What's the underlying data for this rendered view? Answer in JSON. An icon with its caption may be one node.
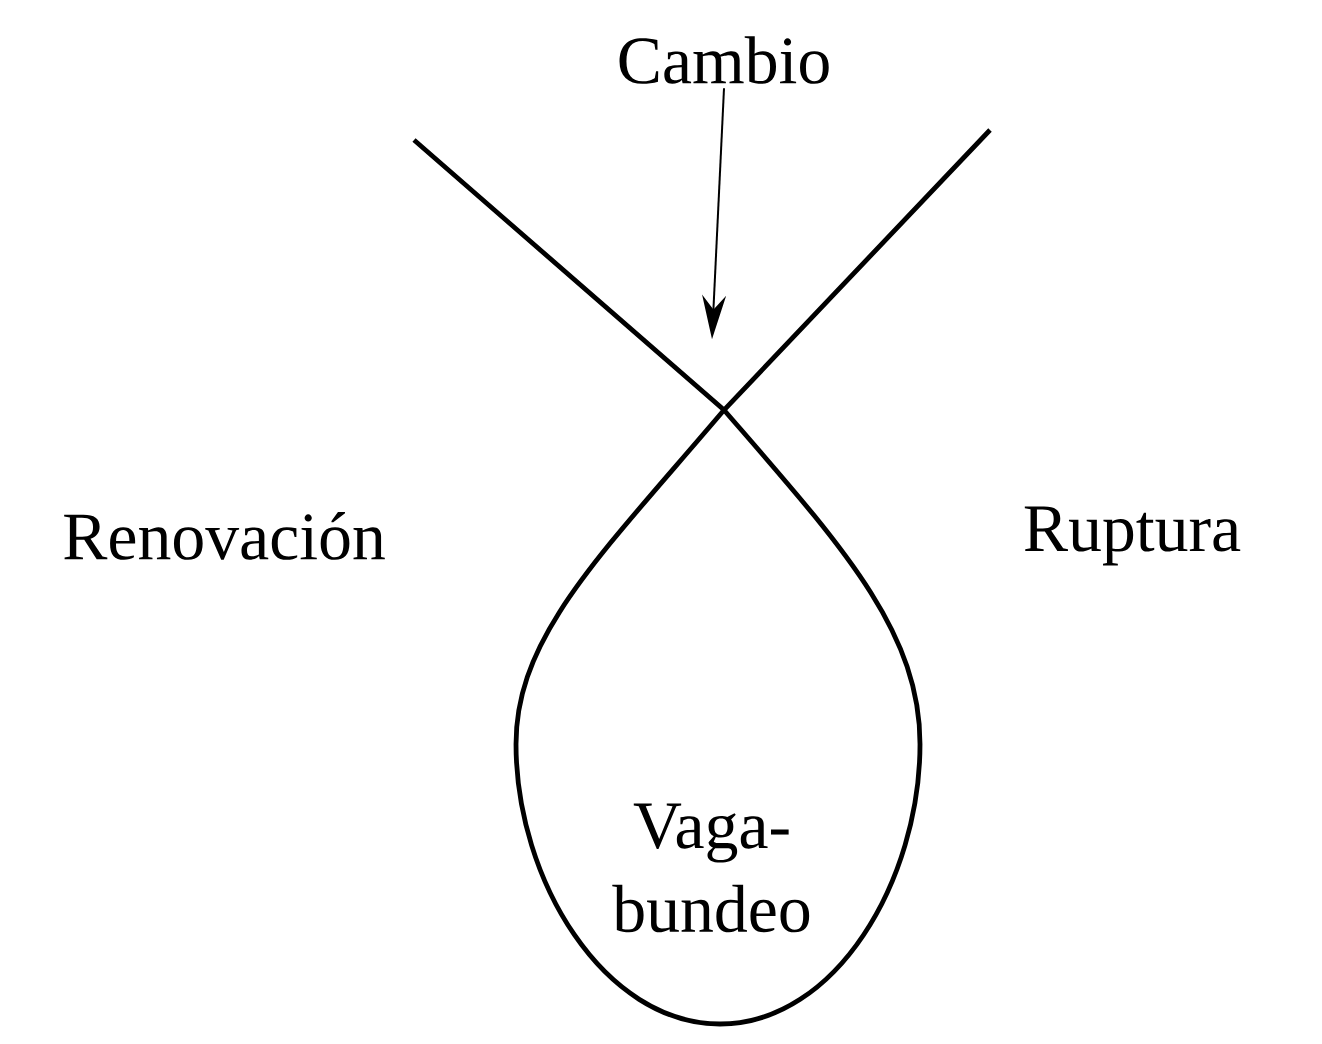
{
  "diagram": {
    "nodes": [
      {
        "text": [
          "Cambio"
        ]
      },
      {
        "text": [
          "Vaga- bundeo"
        ]
      }
    ],
    "edges": [
      {
        "from": 0,
        "to": 1,
        "arrow": "to"
      }
    ],
    "labels": [
      "Renovación",
      "Ruptura"
    ]
  }
}
